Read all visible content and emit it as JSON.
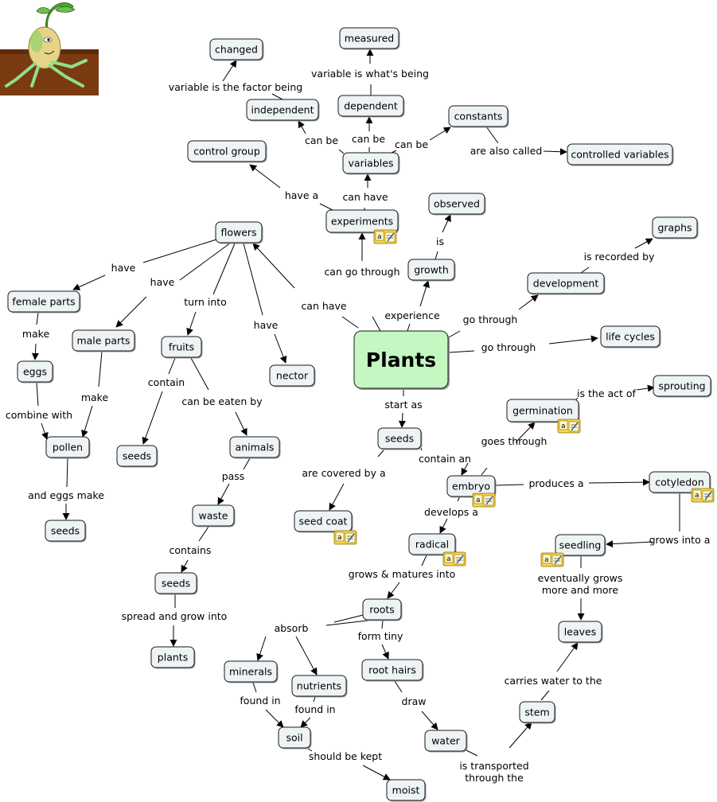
{
  "title": "Plants",
  "colors": {
    "node_fill": "#eef3f6",
    "central_fill": "#c4f7c2",
    "border": "#1a1a1a",
    "note_icon": "#f7d84c"
  },
  "icons": [
    "sprout-mascot-icon",
    "note-resource-icon"
  ],
  "nodes": [
    {
      "id": "plants",
      "label": "Plants",
      "central": true
    },
    {
      "id": "changed",
      "label": "changed"
    },
    {
      "id": "measured",
      "label": "measured"
    },
    {
      "id": "independent",
      "label": "independent"
    },
    {
      "id": "dependent",
      "label": "dependent"
    },
    {
      "id": "constants",
      "label": "constants"
    },
    {
      "id": "control_group",
      "label": "control group"
    },
    {
      "id": "variables",
      "label": "variables"
    },
    {
      "id": "controlled_variables",
      "label": "controlled variables"
    },
    {
      "id": "observed",
      "label": "observed"
    },
    {
      "id": "experiments",
      "label": "experiments",
      "note": true
    },
    {
      "id": "graphs",
      "label": "graphs"
    },
    {
      "id": "flowers",
      "label": "flowers"
    },
    {
      "id": "growth",
      "label": "growth"
    },
    {
      "id": "development",
      "label": "development"
    },
    {
      "id": "female_parts",
      "label": "female parts"
    },
    {
      "id": "life_cycles",
      "label": "life cycles"
    },
    {
      "id": "male_parts",
      "label": "male parts"
    },
    {
      "id": "fruits",
      "label": "fruits"
    },
    {
      "id": "eggs",
      "label": "eggs"
    },
    {
      "id": "nector",
      "label": "nector"
    },
    {
      "id": "sprouting",
      "label": "sprouting"
    },
    {
      "id": "germination",
      "label": "germination",
      "note": true
    },
    {
      "id": "pollen",
      "label": "pollen"
    },
    {
      "id": "seeds_fruit",
      "label": "seeds"
    },
    {
      "id": "animals",
      "label": "animals"
    },
    {
      "id": "seeds_main",
      "label": "seeds"
    },
    {
      "id": "embryo",
      "label": "embryo",
      "note": true
    },
    {
      "id": "cotyledon",
      "label": "cotyledon",
      "note": true
    },
    {
      "id": "seed_coat",
      "label": "seed coat",
      "note": true
    },
    {
      "id": "waste",
      "label": "waste"
    },
    {
      "id": "seeds_pollen",
      "label": "seeds"
    },
    {
      "id": "radical",
      "label": "radical",
      "note": true
    },
    {
      "id": "seedling",
      "label": "seedling",
      "note": true
    },
    {
      "id": "seeds_waste",
      "label": "seeds"
    },
    {
      "id": "roots",
      "label": "roots"
    },
    {
      "id": "leaves",
      "label": "leaves"
    },
    {
      "id": "plants_small",
      "label": "plants"
    },
    {
      "id": "minerals",
      "label": "minerals"
    },
    {
      "id": "root_hairs",
      "label": "root hairs"
    },
    {
      "id": "nutrients",
      "label": "nutrients"
    },
    {
      "id": "stem",
      "label": "stem"
    },
    {
      "id": "soil",
      "label": "soil"
    },
    {
      "id": "water",
      "label": "water"
    },
    {
      "id": "moist",
      "label": "moist"
    }
  ],
  "links": [
    {
      "label": "variable is the factor being"
    },
    {
      "label": "variable is what's being"
    },
    {
      "label": "can be"
    },
    {
      "label": "can be"
    },
    {
      "label": "can be"
    },
    {
      "label": "are also called"
    },
    {
      "label": "have a"
    },
    {
      "label": "can have"
    },
    {
      "label": "is"
    },
    {
      "label": "is recorded by"
    },
    {
      "label": "can go through"
    },
    {
      "label": "have"
    },
    {
      "label": "have"
    },
    {
      "label": "turn into"
    },
    {
      "label": "have"
    },
    {
      "label": "can have"
    },
    {
      "label": "experience"
    },
    {
      "label": "go through"
    },
    {
      "label": "go through"
    },
    {
      "label": "make"
    },
    {
      "label": "make"
    },
    {
      "label": "combine with"
    },
    {
      "label": "contain"
    },
    {
      "label": "can be eaten by"
    },
    {
      "label": "is the act of"
    },
    {
      "label": "start as"
    },
    {
      "label": "goes through"
    },
    {
      "label": "contain an"
    },
    {
      "label": "produces a"
    },
    {
      "label": "are covered by a"
    },
    {
      "label": "develops a"
    },
    {
      "label": "pass"
    },
    {
      "label": "and eggs make"
    },
    {
      "label": "grows into a"
    },
    {
      "label": "contains"
    },
    {
      "label": "eventually grows"
    },
    {
      "label": "more and more"
    },
    {
      "label": "grows & matures into"
    },
    {
      "label": "spread and grow into"
    },
    {
      "label": "absorb"
    },
    {
      "label": "form tiny"
    },
    {
      "label": "carries water to the"
    },
    {
      "label": "found in"
    },
    {
      "label": "found in"
    },
    {
      "label": "draw"
    },
    {
      "label": "should be kept"
    },
    {
      "label": "is transported"
    },
    {
      "label": "through the"
    }
  ]
}
